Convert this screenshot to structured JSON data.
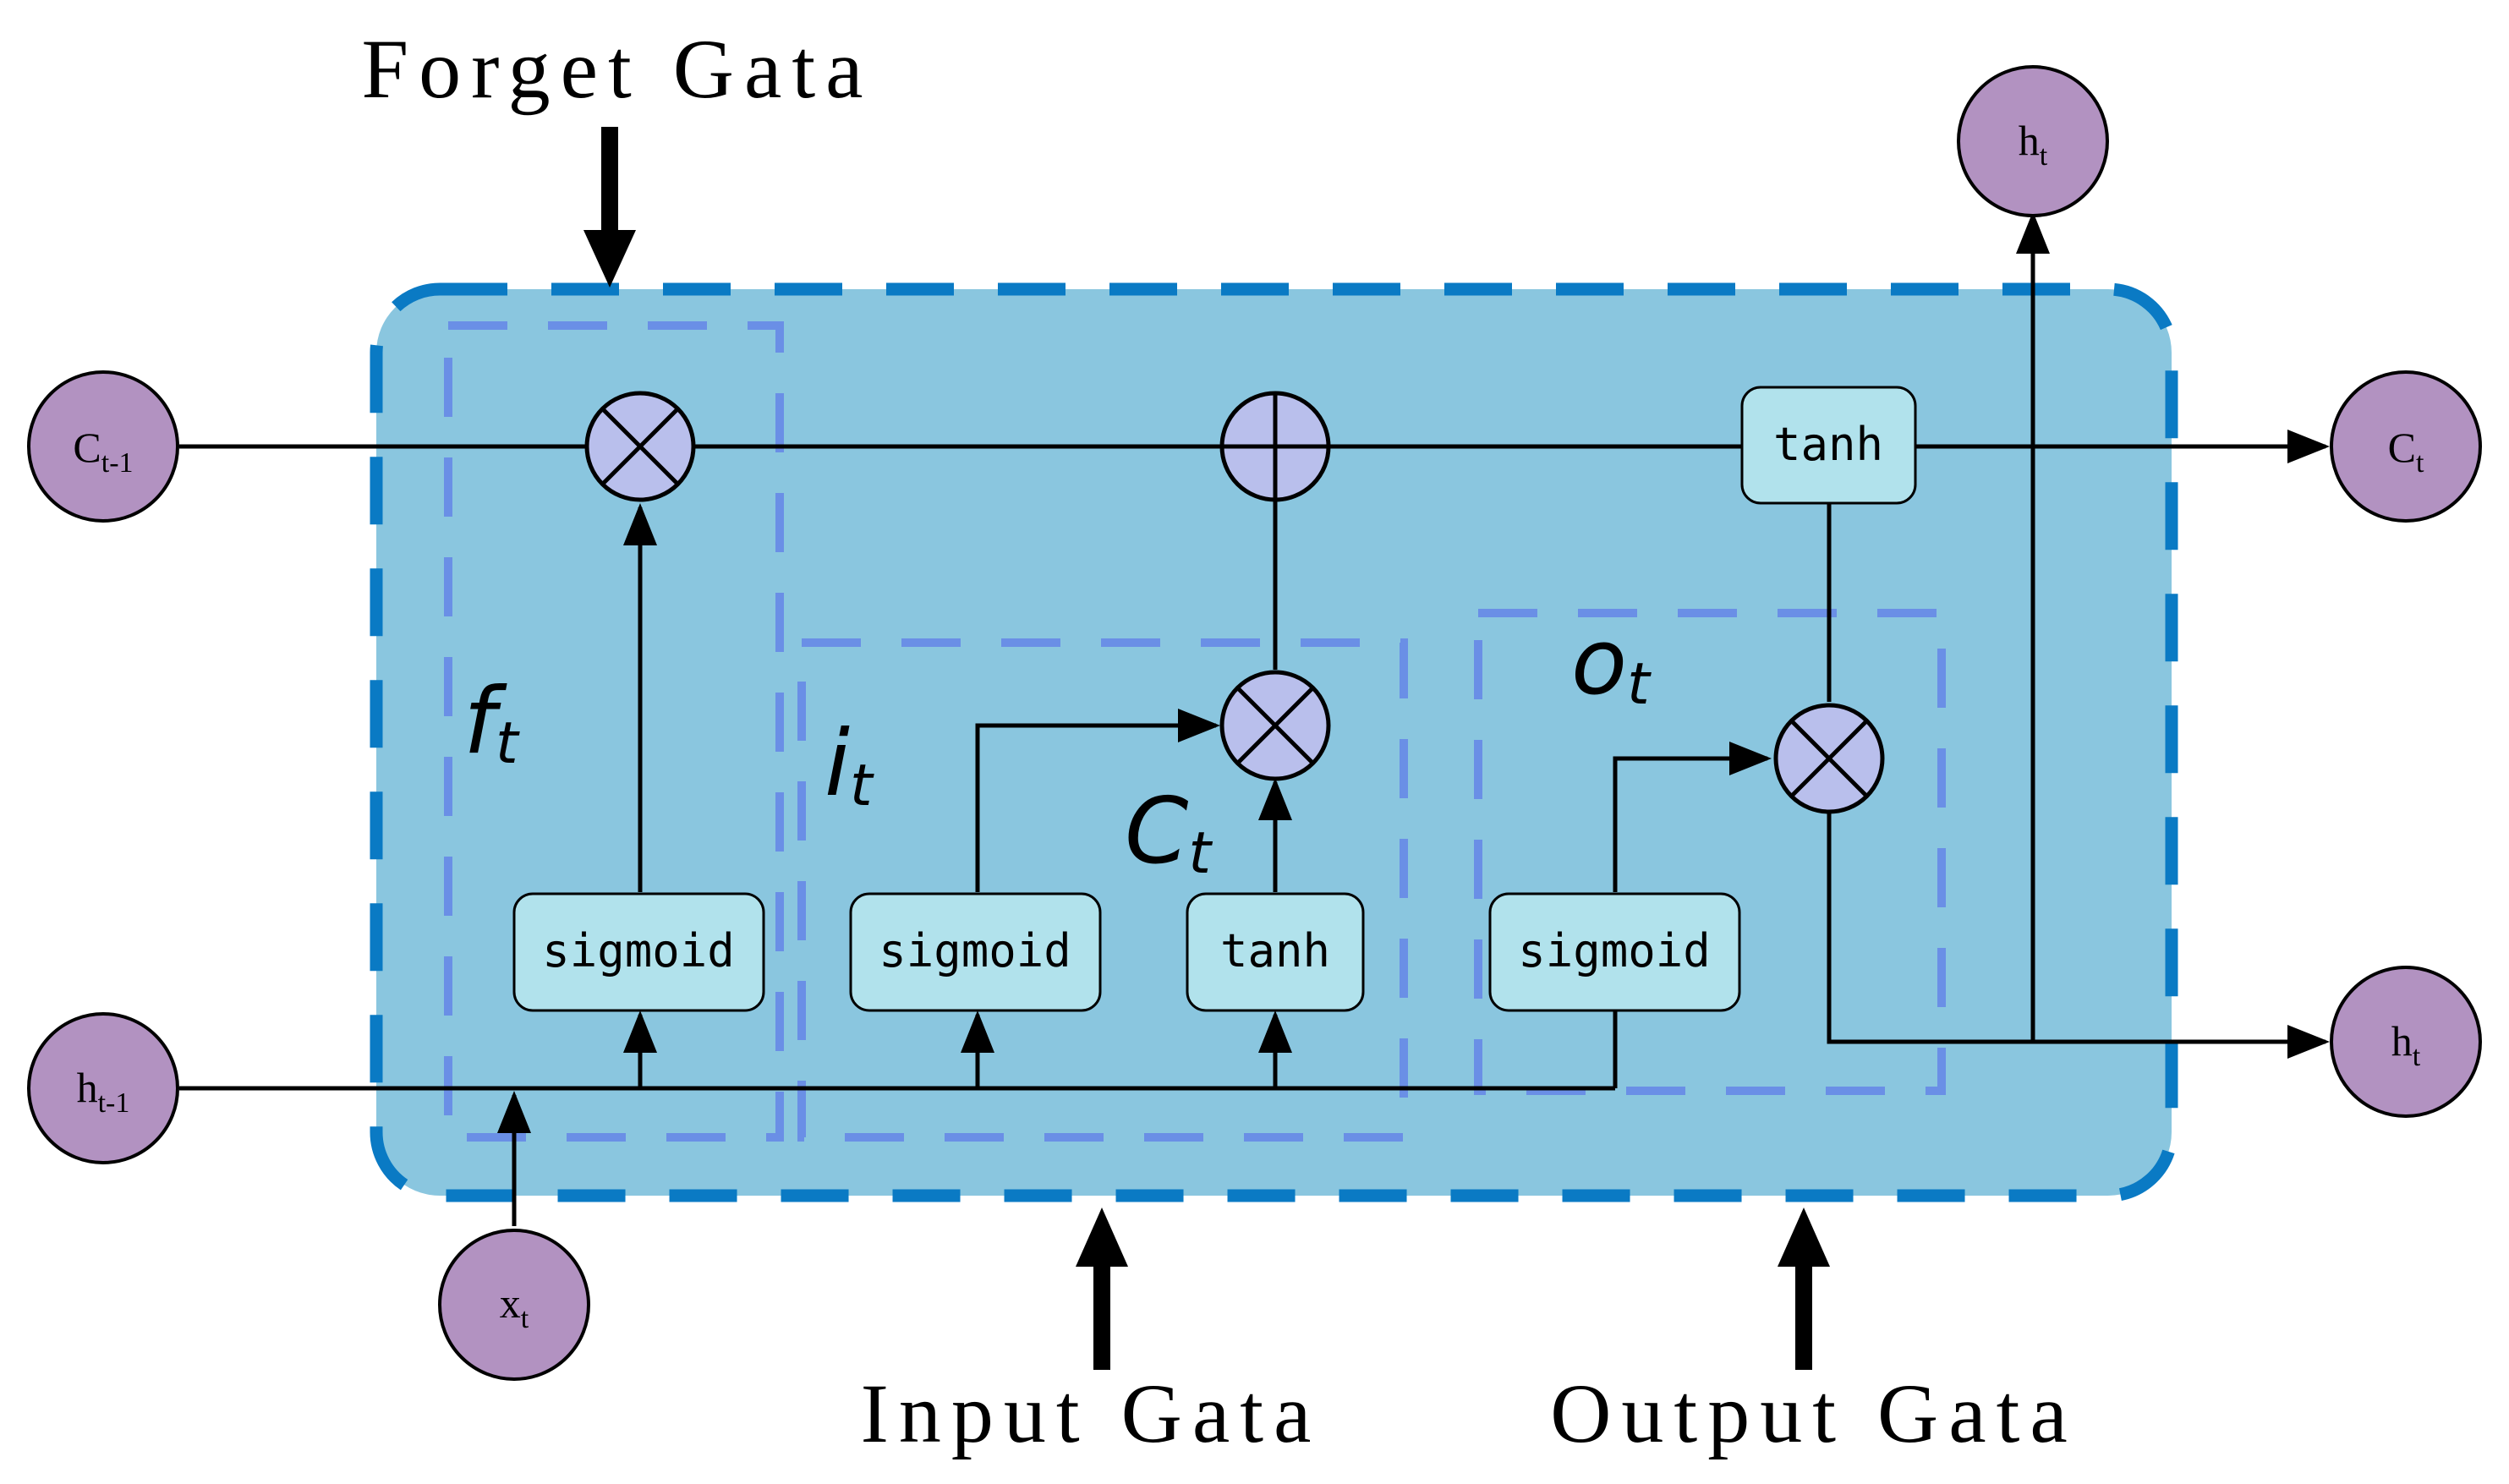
{
  "gate_labels": {
    "forget": "Forget Gata",
    "input": "Input Gata",
    "output": "Output Gata"
  },
  "gate_symbols": {
    "f": {
      "main": "f",
      "sub": "t"
    },
    "i": {
      "main": "i",
      "sub": "t"
    },
    "c": {
      "main": "C",
      "sub": "t"
    },
    "o": {
      "main": "o",
      "sub": "t"
    }
  },
  "nodes": {
    "c_prev": {
      "main": "C",
      "sub": "t-1"
    },
    "h_prev": {
      "main": "h",
      "sub": "t-1"
    },
    "x_t": {
      "main": "x",
      "sub": "t"
    },
    "c_t": {
      "main": "C",
      "sub": "t"
    },
    "h_t_right": {
      "main": "h",
      "sub": "t"
    },
    "h_t_top": {
      "main": "h",
      "sub": "t"
    }
  },
  "blocks": {
    "sigmoid_forget": "sigmoid",
    "sigmoid_input": "sigmoid",
    "tanh_candidate": "tanh",
    "sigmoid_output": "sigmoid",
    "tanh_cell": "tanh"
  },
  "colors": {
    "cell_fill": "#8ac6df",
    "cell_border": "#0a7ac4",
    "gate_border": "#6a8fe6",
    "block_fill": "#b1e2ec",
    "operator_fill": "#b9bfec",
    "node_fill": "#b292c1"
  }
}
